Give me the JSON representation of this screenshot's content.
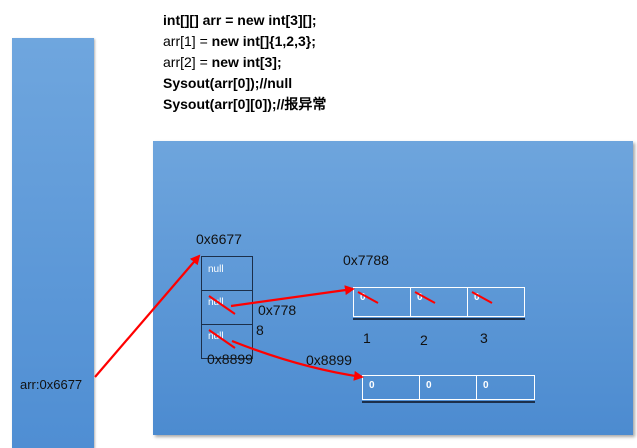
{
  "code_lines": [
    {
      "text": "int[][] arr = new int[3][];",
      "parts": [
        {
          "t": "int[][] arr = new int[3][];",
          "bold": true
        }
      ]
    },
    {
      "parts": [
        {
          "t": "arr[1] = ",
          "bold": false
        },
        {
          "t": "new int[]{1,2,3};",
          "bold": true
        }
      ]
    },
    {
      "parts": [
        {
          "t": "arr[2] = ",
          "bold": false
        },
        {
          "t": "new int[3];",
          "bold": true
        }
      ]
    },
    {
      "parts": [
        {
          "t": "Sysout(arr[0]);//null",
          "bold": true
        }
      ]
    },
    {
      "parts": [
        {
          "t": "Sysout(arr[0][0]);//报异常",
          "bold": true
        }
      ]
    }
  ],
  "stack": {
    "var_label": "arr:0x6677"
  },
  "outer_array": {
    "address": "0x6677",
    "cells": [
      "null",
      "null",
      "null"
    ],
    "address_below": "0x8899"
  },
  "ref_label_1": {
    "part1": "0x778",
    "part2": "8"
  },
  "inner_array_1": {
    "address": "0x7788",
    "cells": [
      "0",
      "0",
      "0"
    ],
    "index_labels": [
      "1",
      "2",
      "3"
    ]
  },
  "inner_array_2": {
    "address": "0x8899",
    "cells": [
      "0",
      "0",
      "0"
    ]
  },
  "colors": {
    "panel": "#5b97d6",
    "arrow": "#ff0000",
    "text": "#111111"
  }
}
